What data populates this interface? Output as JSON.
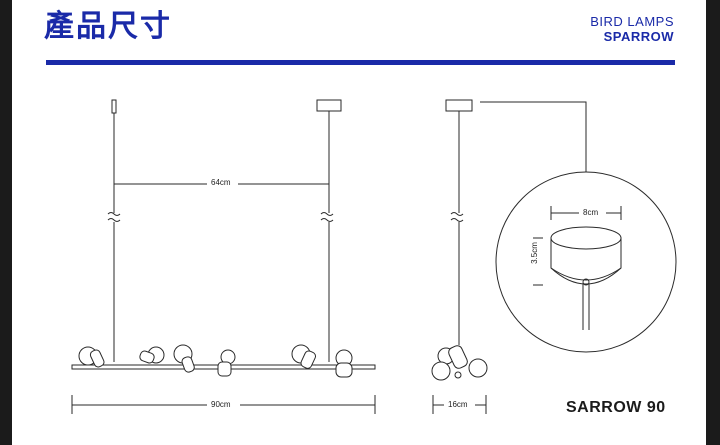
{
  "header": {
    "title": "產品尺寸",
    "brand_line1": "BIRD LAMPS",
    "brand_line2": "SPARROW"
  },
  "dimensions": {
    "span": "64cm",
    "length": "90cm",
    "depth": "16cm",
    "canopy_width": "8cm",
    "canopy_height": "3.5cm"
  },
  "footer": {
    "model": "SARROW 90"
  },
  "colors": {
    "accent": "#1a2aa8",
    "frame": "#1b1b1b",
    "line": "#2a2a2a"
  }
}
